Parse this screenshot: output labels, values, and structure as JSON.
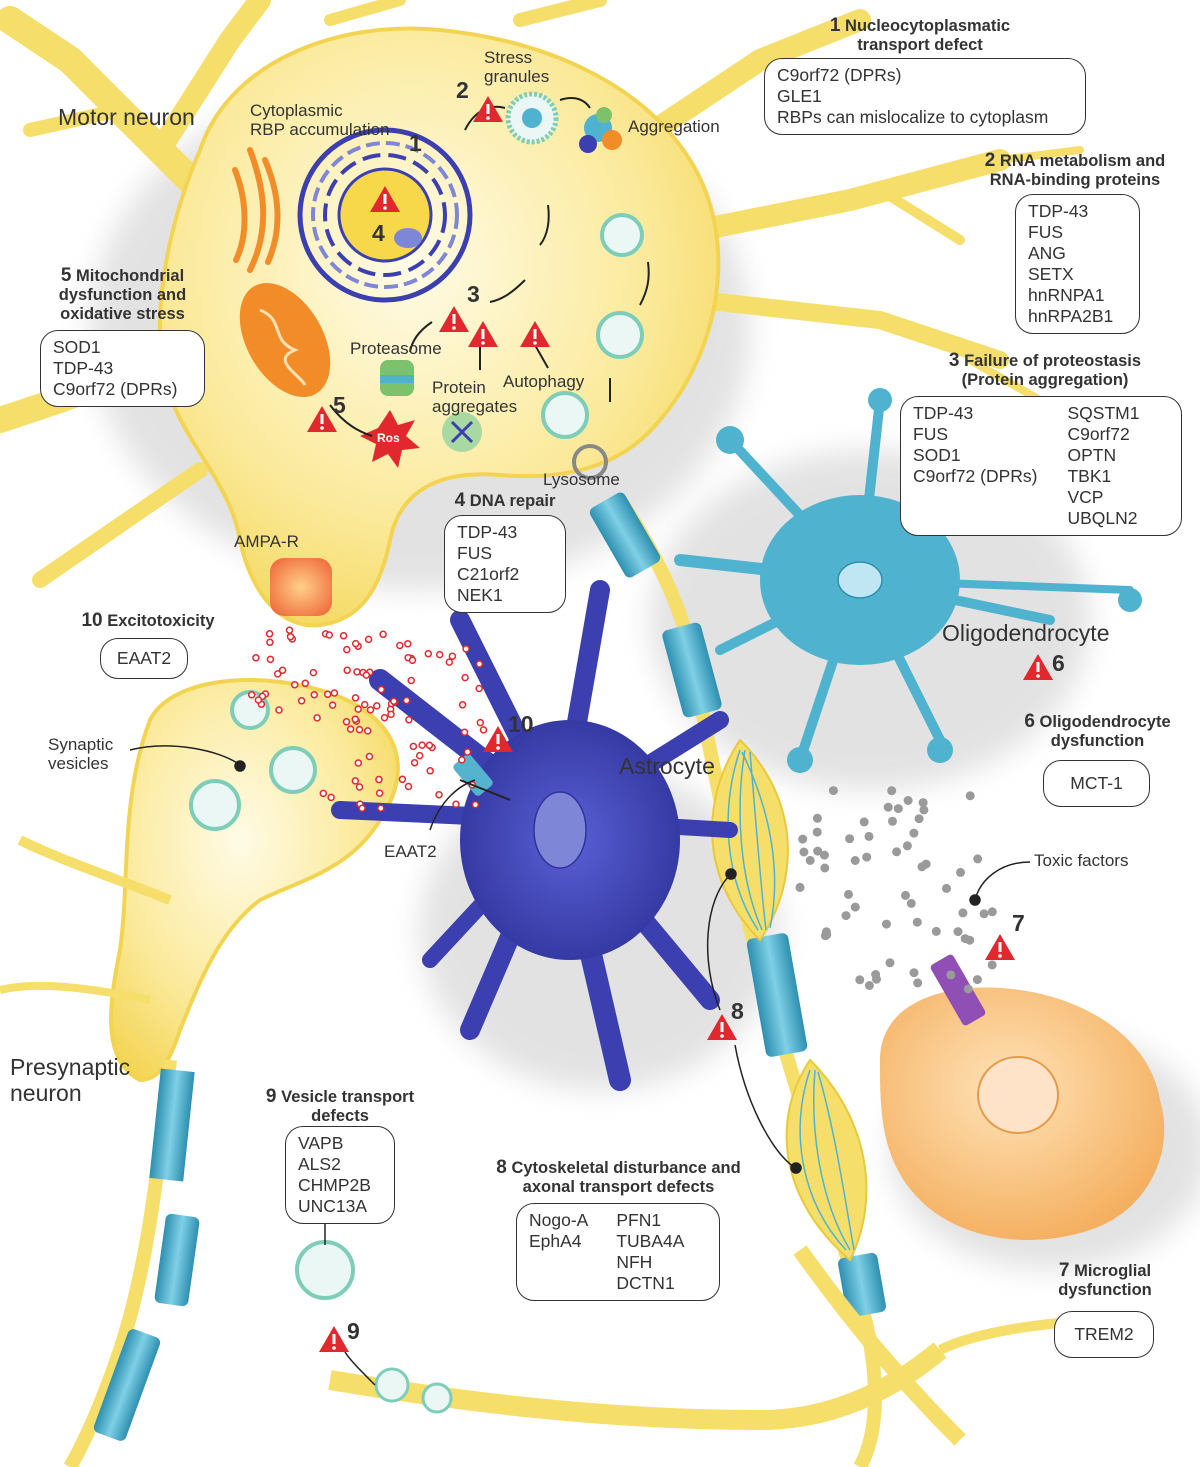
{
  "labels": {
    "motor_neuron": "Motor neuron",
    "stress_granules": "Stress\ngranules",
    "cytoplasmic_rbp": "Cytoplasmic\nRBP accumulation",
    "aggregation": "Aggregation",
    "proteasome": "Proteasome",
    "protein_aggregates": "Protein\naggregates",
    "autophagy": "Autophagy",
    "lysosome": "Lysosome",
    "ros": "Ros",
    "ampa_r": "AMPA-R",
    "synaptic_vesicles": "Synaptic\nvesicles",
    "eaat2": "EAAT2",
    "astrocyte": "Astrocyte",
    "oligodendrocyte": "Oligodendrocyte",
    "toxic_factors": "Toxic factors",
    "presynaptic_neuron": "Presynaptic\nneuron"
  },
  "markers": {
    "m1": "1",
    "m2": "2",
    "m3": "3",
    "m4": "4",
    "m5": "5",
    "m6": "6",
    "m7": "7",
    "m8": "8",
    "m9": "9",
    "m10": "10"
  },
  "mechanisms": {
    "m1": {
      "num": "1",
      "title": "Nucleocytoplasmatic\ntransport defect",
      "genes": [
        "C9orf72 (DPRs)",
        "GLE1",
        "RBPs can mislocalize to cytoplasm"
      ]
    },
    "m2": {
      "num": "2",
      "title": "RNA metabolism and\nRNA-binding proteins",
      "genes": [
        "TDP-43",
        "FUS",
        "ANG",
        "SETX",
        "hnRNPA1",
        "hnRPA2B1"
      ]
    },
    "m3": {
      "num": "3",
      "title": "Failure of proteostasis\n(Protein aggregation)",
      "genes_left": [
        "TDP-43",
        "FUS",
        "SOD1",
        "C9orf72 (DPRs)"
      ],
      "genes_right": [
        "SQSTM1",
        "C9orf72",
        "OPTN",
        "TBK1",
        "VCP",
        "UBQLN2"
      ]
    },
    "m4": {
      "num": "4",
      "title": "DNA repair",
      "genes": [
        "TDP-43",
        "FUS",
        "C21orf2",
        "NEK1"
      ]
    },
    "m5": {
      "num": "5",
      "title": "Mitochondrial\ndysfunction and\noxidative stress",
      "genes": [
        "SOD1",
        "TDP-43",
        "C9orf72 (DPRs)"
      ]
    },
    "m6": {
      "num": "6",
      "title": "Oligodendrocyte\ndysfunction",
      "genes": [
        "MCT-1"
      ]
    },
    "m7": {
      "num": "7",
      "title": "Microglial\ndysfunction",
      "genes": [
        "TREM2"
      ]
    },
    "m8": {
      "num": "8",
      "title": "Cytoskeletal disturbance and\naxonal transport defects",
      "genes_left": [
        "Nogo-A",
        "EphA4"
      ],
      "genes_right": [
        "PFN1",
        "TUBA4A",
        "NFH",
        "DCTN1"
      ]
    },
    "m9": {
      "num": "9",
      "title": "Vesicle transport\ndefects",
      "genes": [
        "VAPB",
        "ALS2",
        "CHMP2B",
        "UNC13A"
      ]
    },
    "m10": {
      "num": "10",
      "title": "Excitotoxicity",
      "genes": [
        "EAAT2"
      ]
    }
  },
  "colors": {
    "neuron": "#F6DE6A",
    "neuron_light": "#FBF0B8",
    "astrocyte": "#3B3FB0",
    "oligodendrocyte": "#4FB3D0",
    "myelin": "#3FA9C9",
    "microglia": "#F6B865",
    "warning": "#E0282E"
  }
}
